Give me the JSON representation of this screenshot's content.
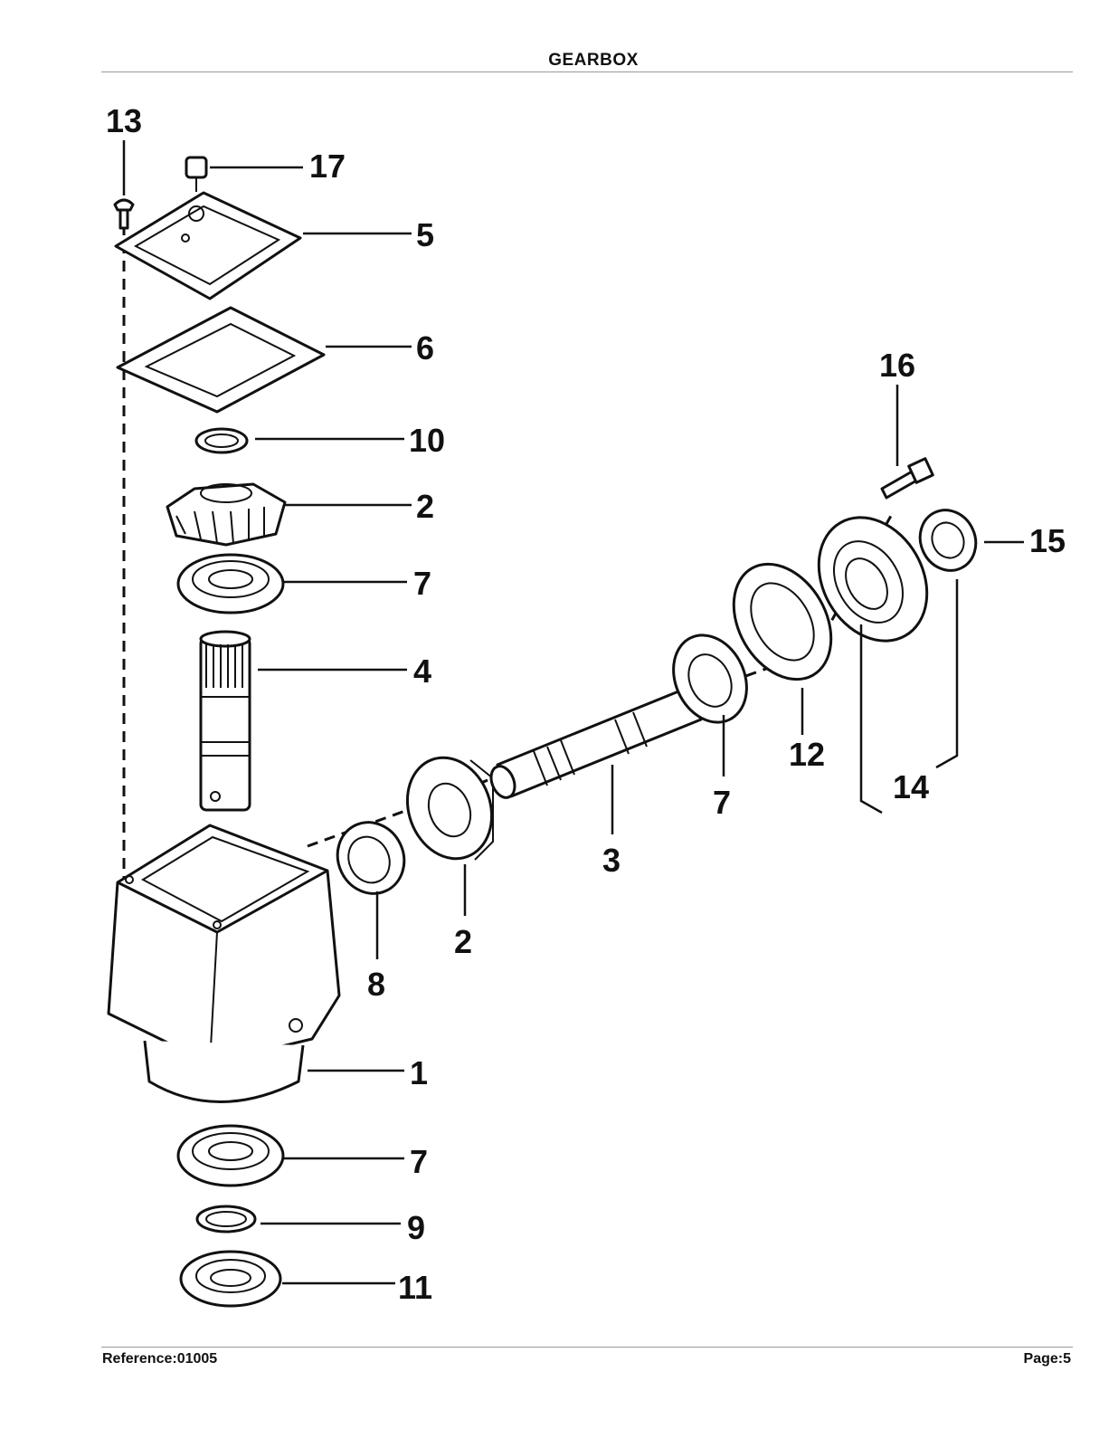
{
  "header": {
    "title": "GEARBOX"
  },
  "footer": {
    "reference": "Reference:01005",
    "page": "Page:5"
  },
  "callouts": [
    {
      "id": "c13",
      "label": "13"
    },
    {
      "id": "c17",
      "label": "17"
    },
    {
      "id": "c5",
      "label": "5"
    },
    {
      "id": "c6",
      "label": "6"
    },
    {
      "id": "c10",
      "label": "10"
    },
    {
      "id": "c2a",
      "label": "2"
    },
    {
      "id": "c7a",
      "label": "7"
    },
    {
      "id": "c4",
      "label": "4"
    },
    {
      "id": "c16",
      "label": "16"
    },
    {
      "id": "c15",
      "label": "15"
    },
    {
      "id": "c12",
      "label": "12"
    },
    {
      "id": "c14",
      "label": "14"
    },
    {
      "id": "c7b",
      "label": "7"
    },
    {
      "id": "c3",
      "label": "3"
    },
    {
      "id": "c2b",
      "label": "2"
    },
    {
      "id": "c8",
      "label": "8"
    },
    {
      "id": "c1",
      "label": "1"
    },
    {
      "id": "c7c",
      "label": "7"
    },
    {
      "id": "c9",
      "label": "9"
    },
    {
      "id": "c11",
      "label": "11"
    }
  ]
}
